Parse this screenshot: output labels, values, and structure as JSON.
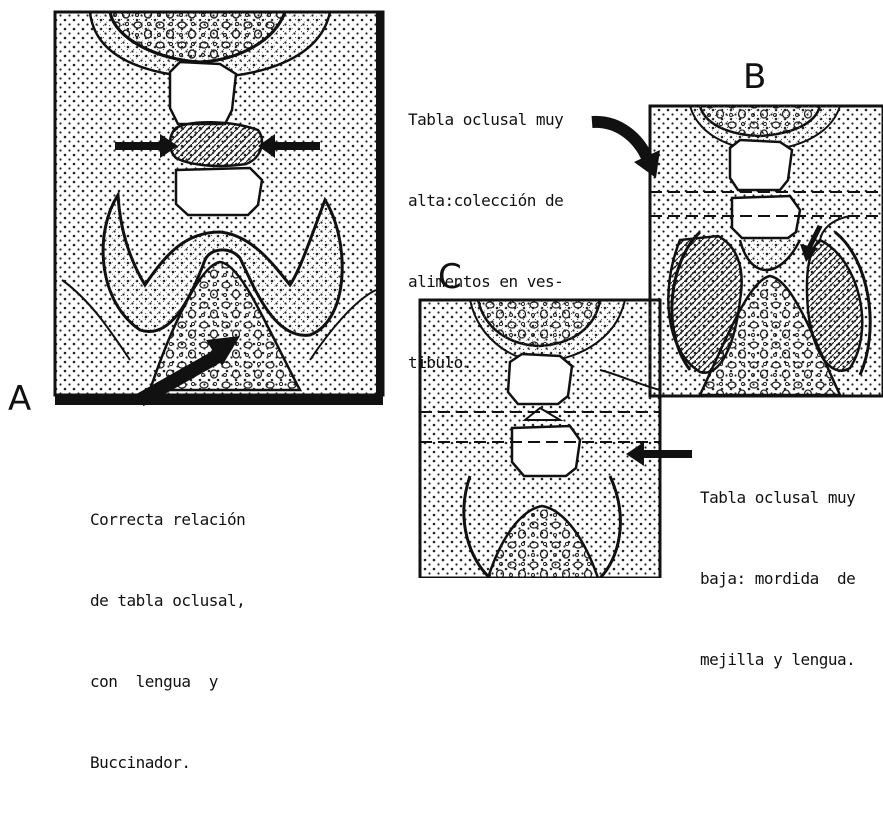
{
  "figures": {
    "a": {
      "letter": "A"
    },
    "b": {
      "letter": "B"
    },
    "c": {
      "letter": "C"
    }
  },
  "captions": {
    "a": [
      "Correcta relación",
      "de tabla oclusal,",
      "con  lengua  y",
      "Buccinador."
    ],
    "b": [
      "Tabla oclusal muy",
      "alta:colección de",
      "alimentos en ves-",
      "tibulo."
    ],
    "c": [
      "Tabla oclusal muy",
      "baja: mordida  de",
      "mejilla y lengua."
    ]
  },
  "colors": {
    "ink": "#111111",
    "stipple": "#2a2a2a",
    "paper": "#ffffff"
  }
}
